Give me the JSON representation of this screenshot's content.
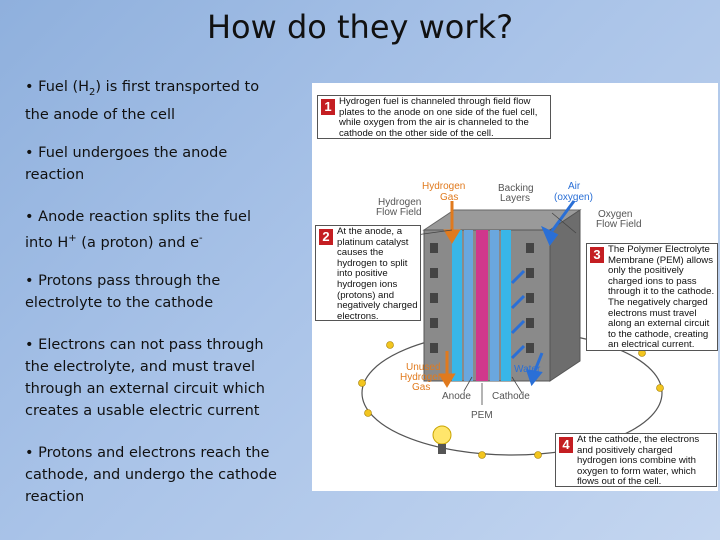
{
  "title": "How do they work?",
  "bullets": [
    {
      "pre": "• Fuel (H",
      "sub": "2",
      "post": ") is first transported to the anode of the cell"
    },
    {
      "text": "• Fuel undergoes the anode reaction"
    },
    {
      "pre": "• Anode reaction splits the fuel into H",
      "sup1": "+",
      "mid": " (a proton) and e",
      "sup2": "-"
    },
    {
      "text": "• Protons pass through the electrolyte to the cathode"
    },
    {
      "text": "• Electrons can not pass through the electrolyte, and must travel through an external circuit which creates a usable electric current"
    },
    {
      "text": "• Protons and electrons reach the cathode, and undergo the cathode reaction"
    }
  ],
  "diagram": {
    "callouts": [
      {
        "num": "1",
        "text": "Hydrogen fuel is channeled through field flow\nplates to the anode on one side of the fuel cell,\nwhile oxygen from the air is channeled to the\ncathode on the other side of the cell."
      },
      {
        "num": "2",
        "text": "At the anode, a\nplatinum catalyst\ncauses the\nhydrogen to split\ninto positive\nhydrogen ions\n(protons) and\nnegatively charged\nelectrons."
      },
      {
        "num": "3",
        "text": "The Polymer Electrolyte\nMembrane (PEM) allows\nonly the positively\ncharged ions to pass\nthrough it to the cathode.\nThe negatively charged\nelectrons must travel\nalong an external circuit\nto the cathode, creating\nan electrical current."
      },
      {
        "num": "4",
        "text": "At the cathode, the electrons\nand positively charged\nhydrogen ions combine with\noxygen to form water, which\nflows out of the cell."
      }
    ],
    "labels": {
      "hydrogen_gas": [
        "Hydrogen",
        "Gas"
      ],
      "backing_layers": [
        "Backing",
        "Layers"
      ],
      "air_oxygen": [
        "Air",
        "(oxygen)"
      ],
      "hydrogen_flow_field": [
        "Hydrogen",
        "Flow Field"
      ],
      "oxygen_flow_field": [
        "Oxygen",
        "Flow Field"
      ],
      "unused_hydrogen_gas": [
        "Unused",
        "Hydrogen",
        "Gas"
      ],
      "water": "Water",
      "anode": "Anode",
      "cathode": "Cathode",
      "pem": "PEM"
    },
    "colors": {
      "orange": "#e07a1e",
      "blue": "#2a6fd6",
      "red": "#c41e22",
      "magenta": "#d0378c",
      "cyan": "#38b6e8"
    },
    "icons": [
      "light-bulb-icon",
      "electron-icon"
    ]
  }
}
